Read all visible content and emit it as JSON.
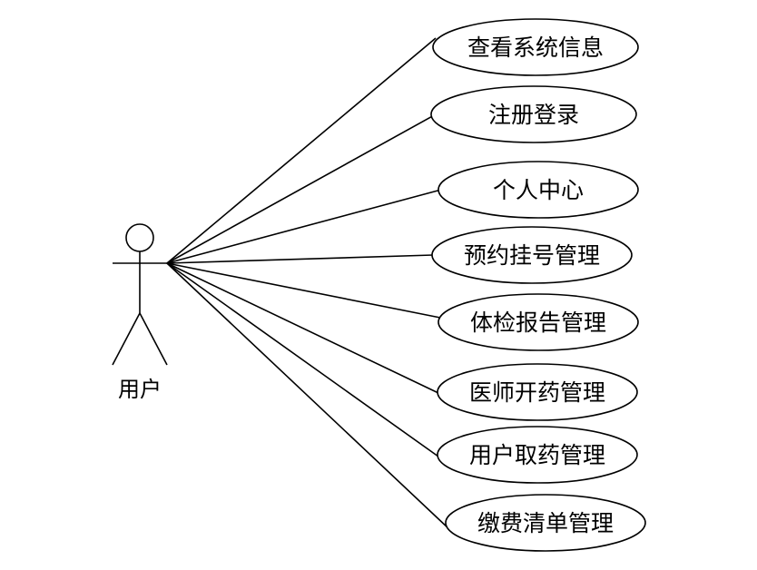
{
  "actor": {
    "label": "用户"
  },
  "use_cases": [
    {
      "label": "查看系统信息"
    },
    {
      "label": "注册登录"
    },
    {
      "label": "个人中心"
    },
    {
      "label": "预约挂号管理"
    },
    {
      "label": "体检报告管理"
    },
    {
      "label": "医师开药管理"
    },
    {
      "label": "用户取药管理"
    },
    {
      "label": "缴费清单管理"
    }
  ]
}
